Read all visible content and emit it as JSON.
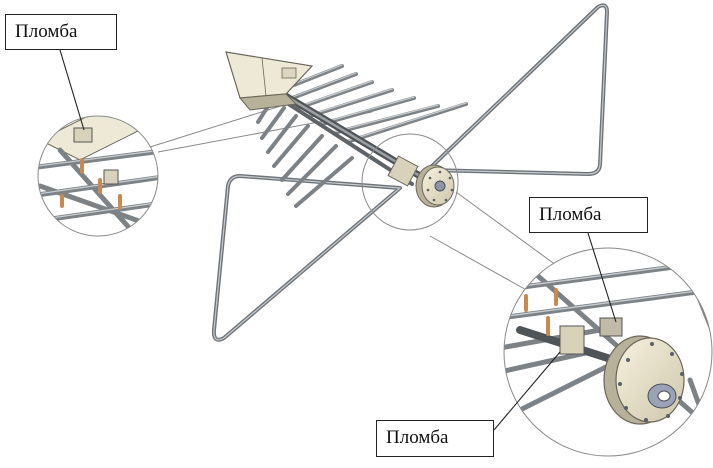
{
  "figure": {
    "callouts": [
      {
        "id": "top-left",
        "label": "Пломба"
      },
      {
        "id": "right",
        "label": "Пломба"
      },
      {
        "id": "bottom",
        "label": "Пломба"
      }
    ],
    "colors": {
      "frame": "#6f7479",
      "frame_light": "#a9adb1",
      "rod": "#7d8287",
      "rod_dark": "#4f5459",
      "body": "#eee9d6",
      "body_dark": "#b8b19a",
      "copper": "#c98a52",
      "leader": "#8a8a8a"
    }
  }
}
